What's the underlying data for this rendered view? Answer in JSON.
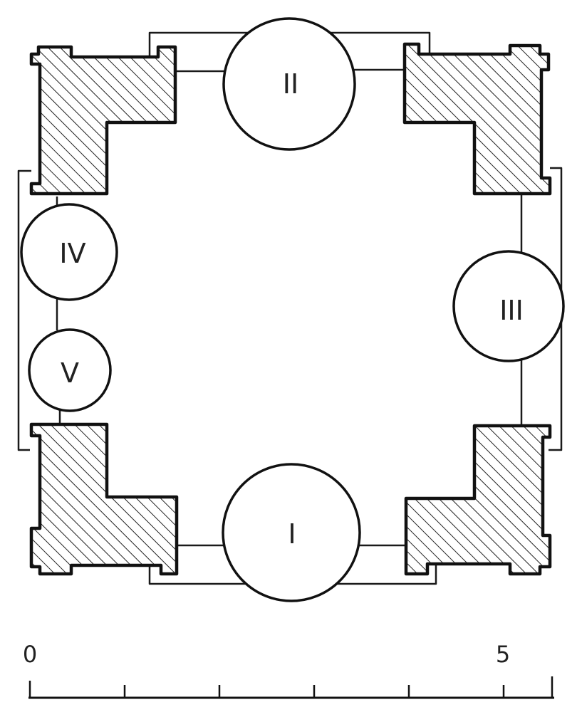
{
  "diagram": {
    "circles": [
      {
        "id": "I",
        "label": "I"
      },
      {
        "id": "II",
        "label": "II"
      },
      {
        "id": "III",
        "label": "III"
      },
      {
        "id": "IV",
        "label": "IV"
      },
      {
        "id": "V",
        "label": "V"
      }
    ]
  },
  "scale": {
    "start_label": "0",
    "end_label": "5",
    "ticks": [
      0,
      1,
      2,
      3,
      4,
      5
    ]
  },
  "colors": {
    "ink": "#111111",
    "background": "#ffffff"
  }
}
